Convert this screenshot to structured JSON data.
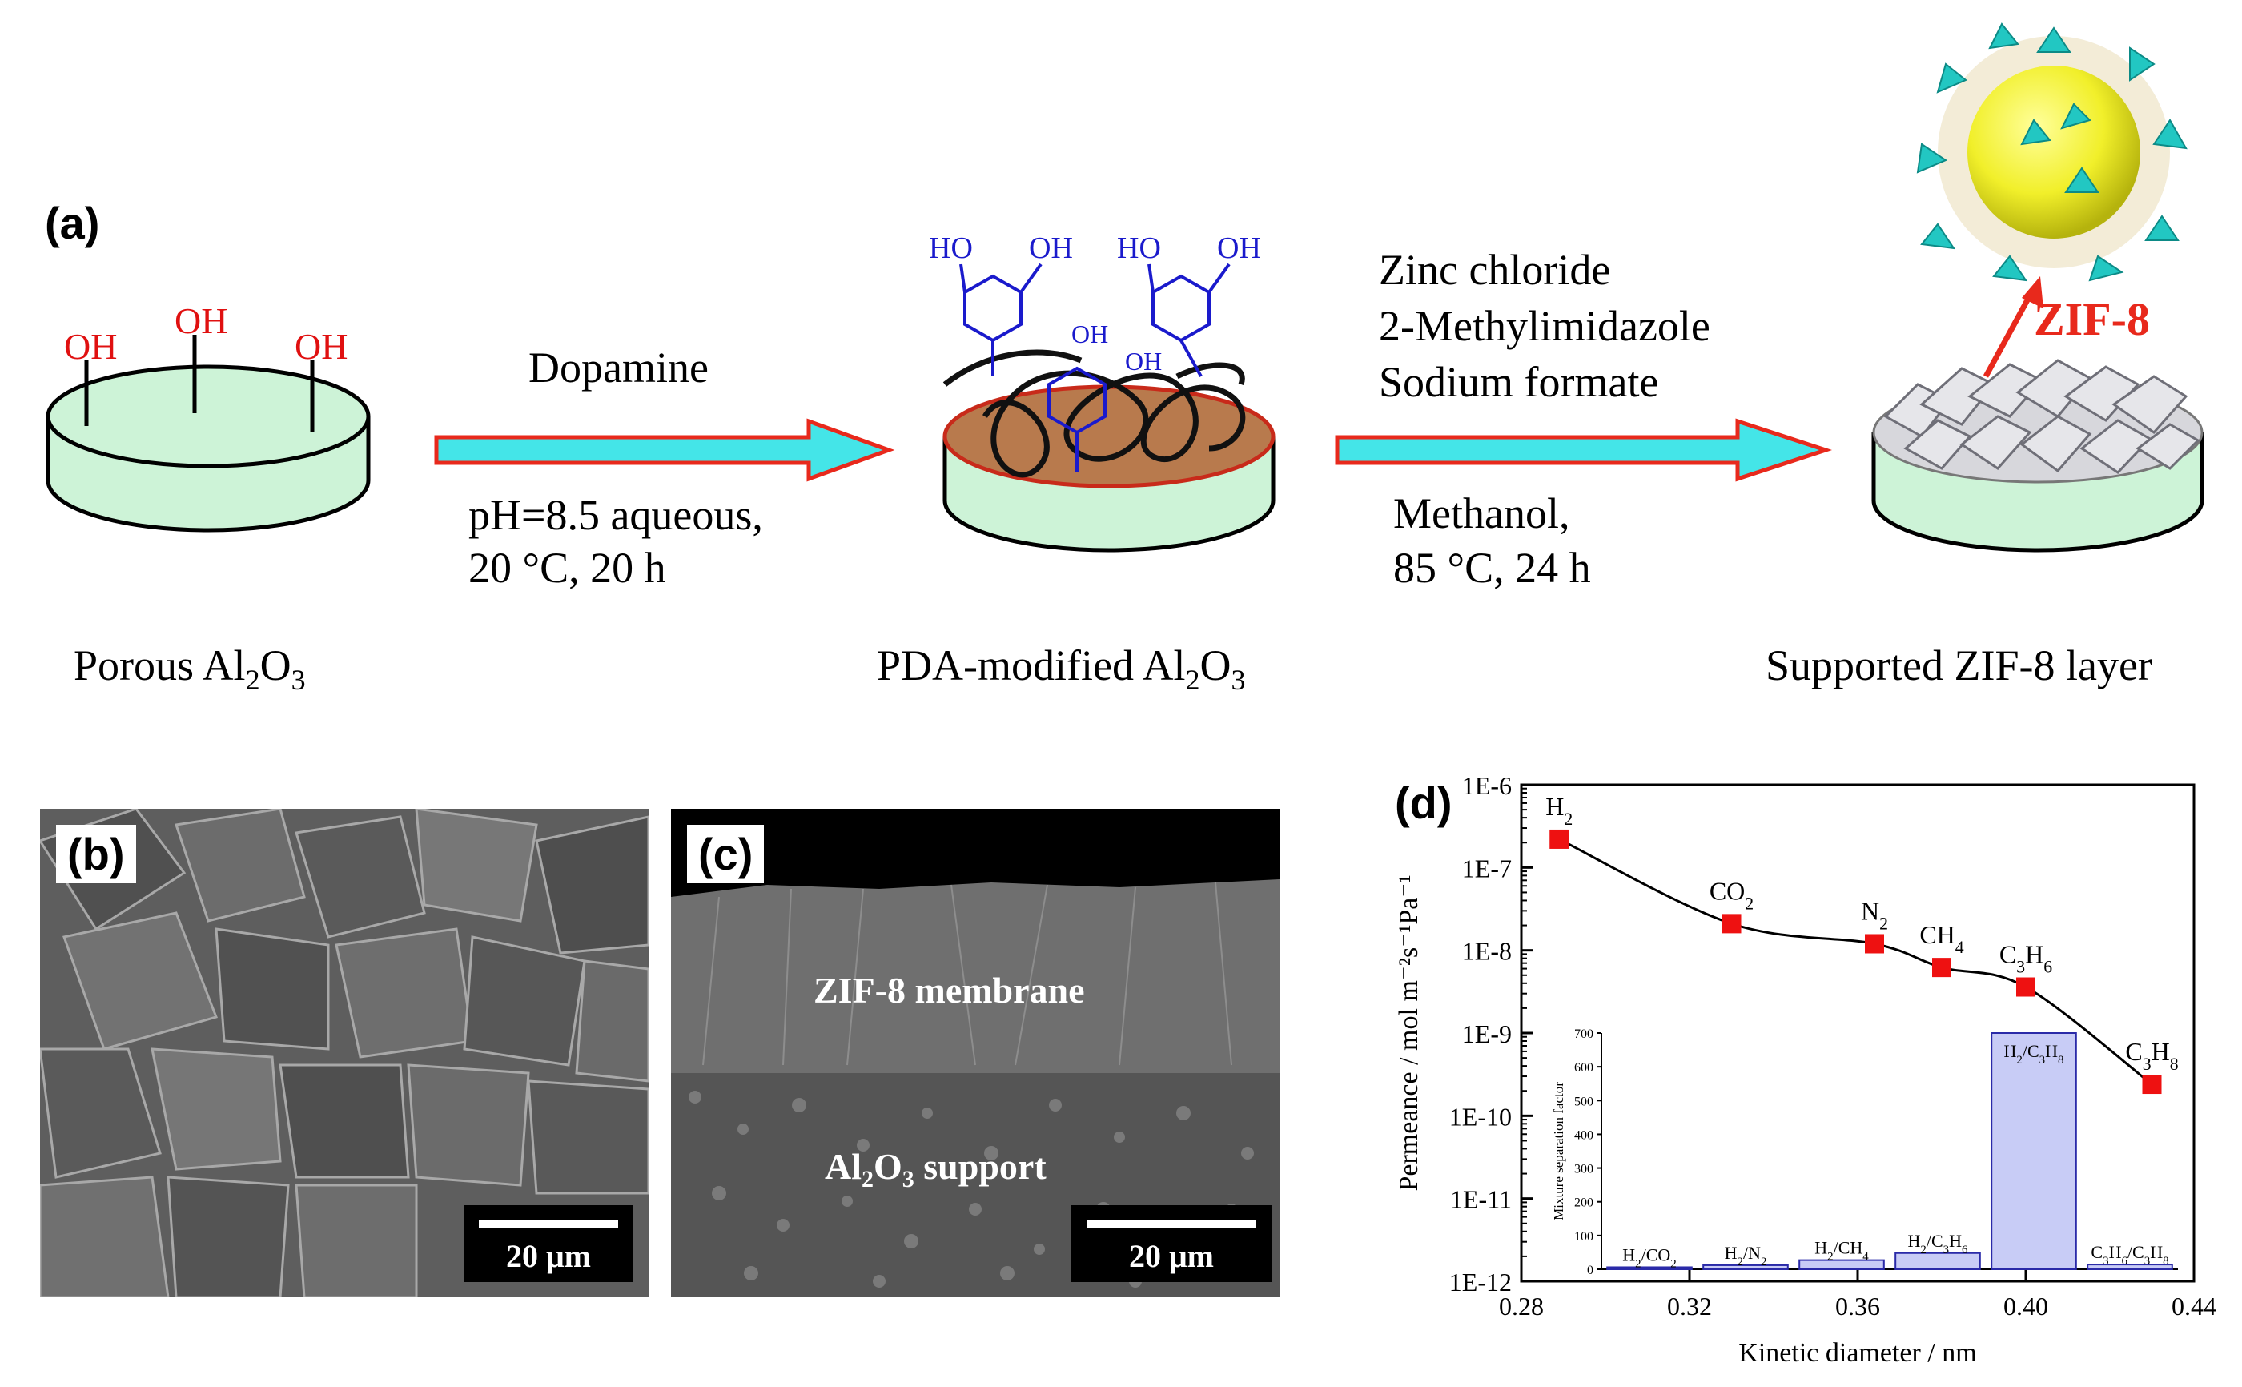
{
  "panels": {
    "a": "(a)",
    "b": "(b)",
    "c": "(c)",
    "d": "(d)"
  },
  "scheme": {
    "oh_label": "OH",
    "step1": {
      "reagent": "Dopamine",
      "cond1": "pH=8.5 aqueous,",
      "cond2": "20 °C, 20 h"
    },
    "step2": {
      "reagent1": "Zinc chloride",
      "reagent2": "2-Methylimidazole",
      "reagent3": "Sodium formate",
      "cond1": "Methanol,",
      "cond2": "85 °C, 24 h"
    },
    "stage1": {
      "label_pre": "Porous Al",
      "sub1": "2",
      "mid": "O",
      "sub2": "3"
    },
    "stage2": {
      "label_pre": "PDA-modified Al",
      "sub1": "2",
      "mid": "O",
      "sub2": "3"
    },
    "stage3": {
      "label": "Supported ZIF-8 layer",
      "zif_tag": "ZIF-8"
    },
    "pda_labels": [
      "HO",
      "OH",
      "HO",
      "OH",
      "OH",
      "OH"
    ],
    "colors": {
      "support": "#cdf3d7",
      "arrow": "#44e5e8",
      "arrow_edge": "#e8291c",
      "oh": "#e01010",
      "pda_blue": "#1a1acc",
      "pda_fill": "#b87a4d"
    }
  },
  "sem_b": {
    "scale_bar": "20 μm"
  },
  "sem_c": {
    "membrane": "ZIF-8 membrane",
    "support_pre": "Al",
    "support_sub1": "2",
    "support_mid": "O",
    "support_sub2": "3",
    "support_post": " support",
    "scale_bar": "20 μm"
  },
  "chart_data": [
    {
      "type": "scatter",
      "xlabel": "Kinetic diameter / nm",
      "ylabel": "Permeance / mol m⁻²s⁻¹Pa⁻¹",
      "xlim": [
        0.28,
        0.44
      ],
      "ylim": [
        1e-12,
        1e-06
      ],
      "yscale": "log",
      "xticks": [
        "0.28",
        "0.32",
        "0.36",
        "0.40",
        "0.44"
      ],
      "yticks": [
        "1E-12",
        "1E-11",
        "1E-10",
        "1E-9",
        "1E-8",
        "1E-7",
        "1E-6"
      ],
      "points": [
        {
          "label": "H2",
          "x": 0.289,
          "y": 2.2e-07
        },
        {
          "label": "CO2",
          "x": 0.33,
          "y": 2.1e-08
        },
        {
          "label": "N2",
          "x": 0.364,
          "y": 1.2e-08
        },
        {
          "label": "CH4",
          "x": 0.38,
          "y": 6.2e-09
        },
        {
          "label": "C3H6",
          "x": 0.4,
          "y": 3.6e-09
        },
        {
          "label": "C3H8",
          "x": 0.43,
          "y": 2.4e-10
        }
      ],
      "marker_color": "#ee1111"
    },
    {
      "type": "bar",
      "ylabel": "Mixture separation factor",
      "ylim": [
        0,
        700
      ],
      "yticks": [
        "0",
        "100",
        "200",
        "300",
        "400",
        "500",
        "600",
        "700"
      ],
      "categories": [
        "H2/CO2",
        "H2/N2",
        "H2/CH4",
        "H2/C3H6",
        "H2/C3H8",
        "C3H6/C3H8"
      ],
      "values": [
        6,
        12,
        27,
        48,
        700,
        14
      ]
    }
  ]
}
